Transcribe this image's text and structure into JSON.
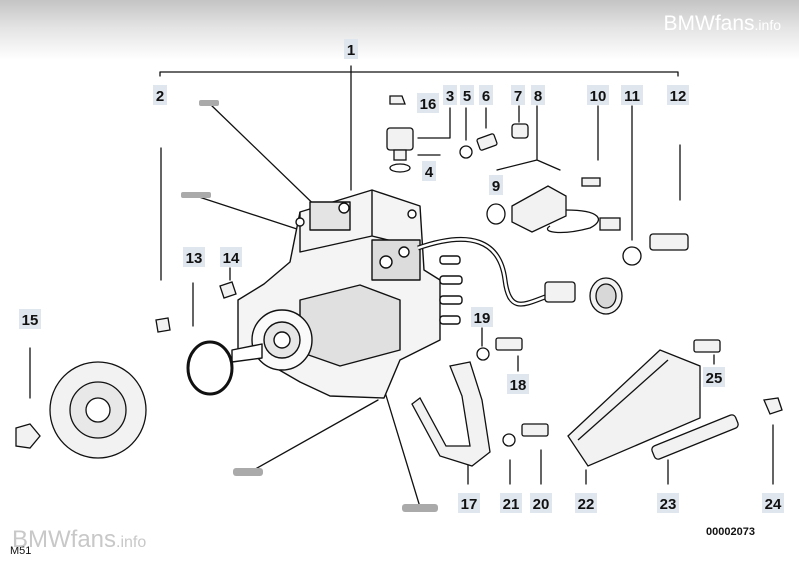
{
  "watermark": {
    "brand": "BMWfans",
    "suffix": ".info"
  },
  "diagram_code": "00002073",
  "model_code": "M51",
  "callouts": [
    {
      "id": "1",
      "text": "1"
    },
    {
      "id": "2",
      "text": "2"
    },
    {
      "id": "3",
      "text": "3"
    },
    {
      "id": "4",
      "text": "4"
    },
    {
      "id": "5",
      "text": "5"
    },
    {
      "id": "6",
      "text": "6"
    },
    {
      "id": "7",
      "text": "7"
    },
    {
      "id": "8",
      "text": "8"
    },
    {
      "id": "9",
      "text": "9"
    },
    {
      "id": "10",
      "text": "10"
    },
    {
      "id": "11",
      "text": "11"
    },
    {
      "id": "12",
      "text": "12"
    },
    {
      "id": "13",
      "text": "13"
    },
    {
      "id": "14",
      "text": "14"
    },
    {
      "id": "15",
      "text": "15"
    },
    {
      "id": "16",
      "text": "16"
    },
    {
      "id": "17",
      "text": "17"
    },
    {
      "id": "18",
      "text": "18"
    },
    {
      "id": "19",
      "text": "19"
    },
    {
      "id": "20",
      "text": "20"
    },
    {
      "id": "21",
      "text": "21"
    },
    {
      "id": "22",
      "text": "22"
    },
    {
      "id": "23",
      "text": "23"
    },
    {
      "id": "24",
      "text": "24"
    },
    {
      "id": "25",
      "text": "25"
    }
  ]
}
